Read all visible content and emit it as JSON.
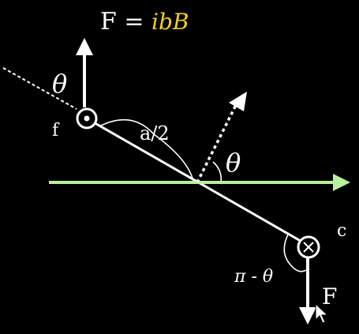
{
  "formula": {
    "lhs": "F =",
    "rhs": "ibB"
  },
  "labels": {
    "theta_top": "θ",
    "theta_center": "θ",
    "corner_f": "f",
    "half_length": "a/2",
    "corner_c": "c",
    "pi_minus_theta": "π - θ",
    "force_bottom": "F"
  },
  "symbols": {
    "current_out": "dot-in-circle",
    "current_in": "cross-in-circle"
  },
  "colors": {
    "background": "#000000",
    "line": "#ffffff",
    "axis": "#b8f0a0",
    "formula_highlight": "#f2d21a"
  }
}
